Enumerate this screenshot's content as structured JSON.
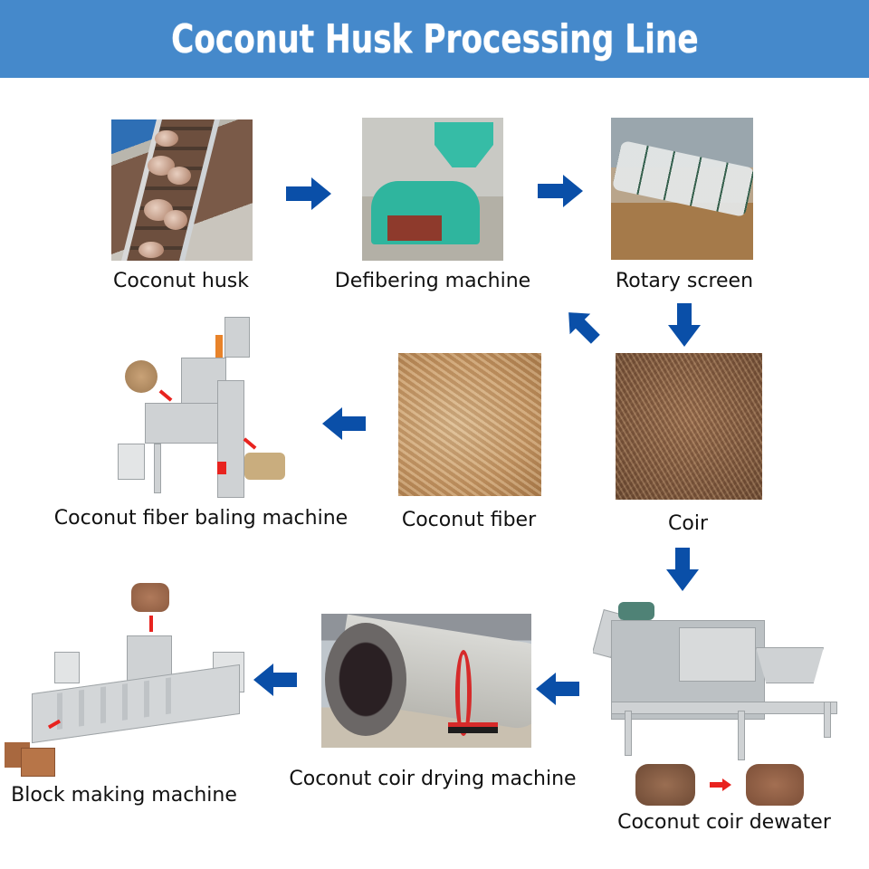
{
  "header": {
    "title": "Coconut Husk Processing Line",
    "background_color": "#4589cb"
  },
  "arrow_color": "#0a4fa8",
  "accent_red": "#e8231f",
  "steps": [
    {
      "id": "coconut-husk",
      "label": "Coconut husk",
      "image": "conveyor-with-coconut-husks"
    },
    {
      "id": "defibering-machine",
      "label": "Defibering machine",
      "image": "teal-defibering-machine"
    },
    {
      "id": "rotary-screen",
      "label": "Rotary screen",
      "image": "rotary-drum-screen-with-fiber"
    },
    {
      "id": "coir",
      "label": "Coir",
      "image": "brown-coir-pith"
    },
    {
      "id": "coconut-fiber",
      "label": "Coconut fiber",
      "image": "pile-of-coconut-fiber"
    },
    {
      "id": "coconut-fiber-baling-machine",
      "label": "Coconut fiber baling machine",
      "image": "vertical-baling-machine"
    },
    {
      "id": "coconut-coir-dewater",
      "label": "Coconut coir dewater",
      "image": "belt-press-dewatering-machine"
    },
    {
      "id": "coconut-coir-drying-machine",
      "label": "Coconut coir drying machine",
      "image": "rotary-drum-dryer"
    },
    {
      "id": "block-making-machine",
      "label": "Block making machine",
      "image": "coir-block-press-machine"
    }
  ],
  "flow": [
    {
      "from": "coconut-husk",
      "to": "defibering-machine",
      "direction": "right"
    },
    {
      "from": "defibering-machine",
      "to": "rotary-screen",
      "direction": "right"
    },
    {
      "from": "rotary-screen",
      "to": "coconut-fiber",
      "direction": "down-left"
    },
    {
      "from": "rotary-screen",
      "to": "coir",
      "direction": "down"
    },
    {
      "from": "coconut-fiber",
      "to": "coconut-fiber-baling-machine",
      "direction": "left"
    },
    {
      "from": "coir",
      "to": "coconut-coir-dewater",
      "direction": "down"
    },
    {
      "from": "coconut-coir-dewater",
      "to": "coconut-coir-drying-machine",
      "direction": "left"
    },
    {
      "from": "coconut-coir-drying-machine",
      "to": "block-making-machine",
      "direction": "left"
    }
  ]
}
